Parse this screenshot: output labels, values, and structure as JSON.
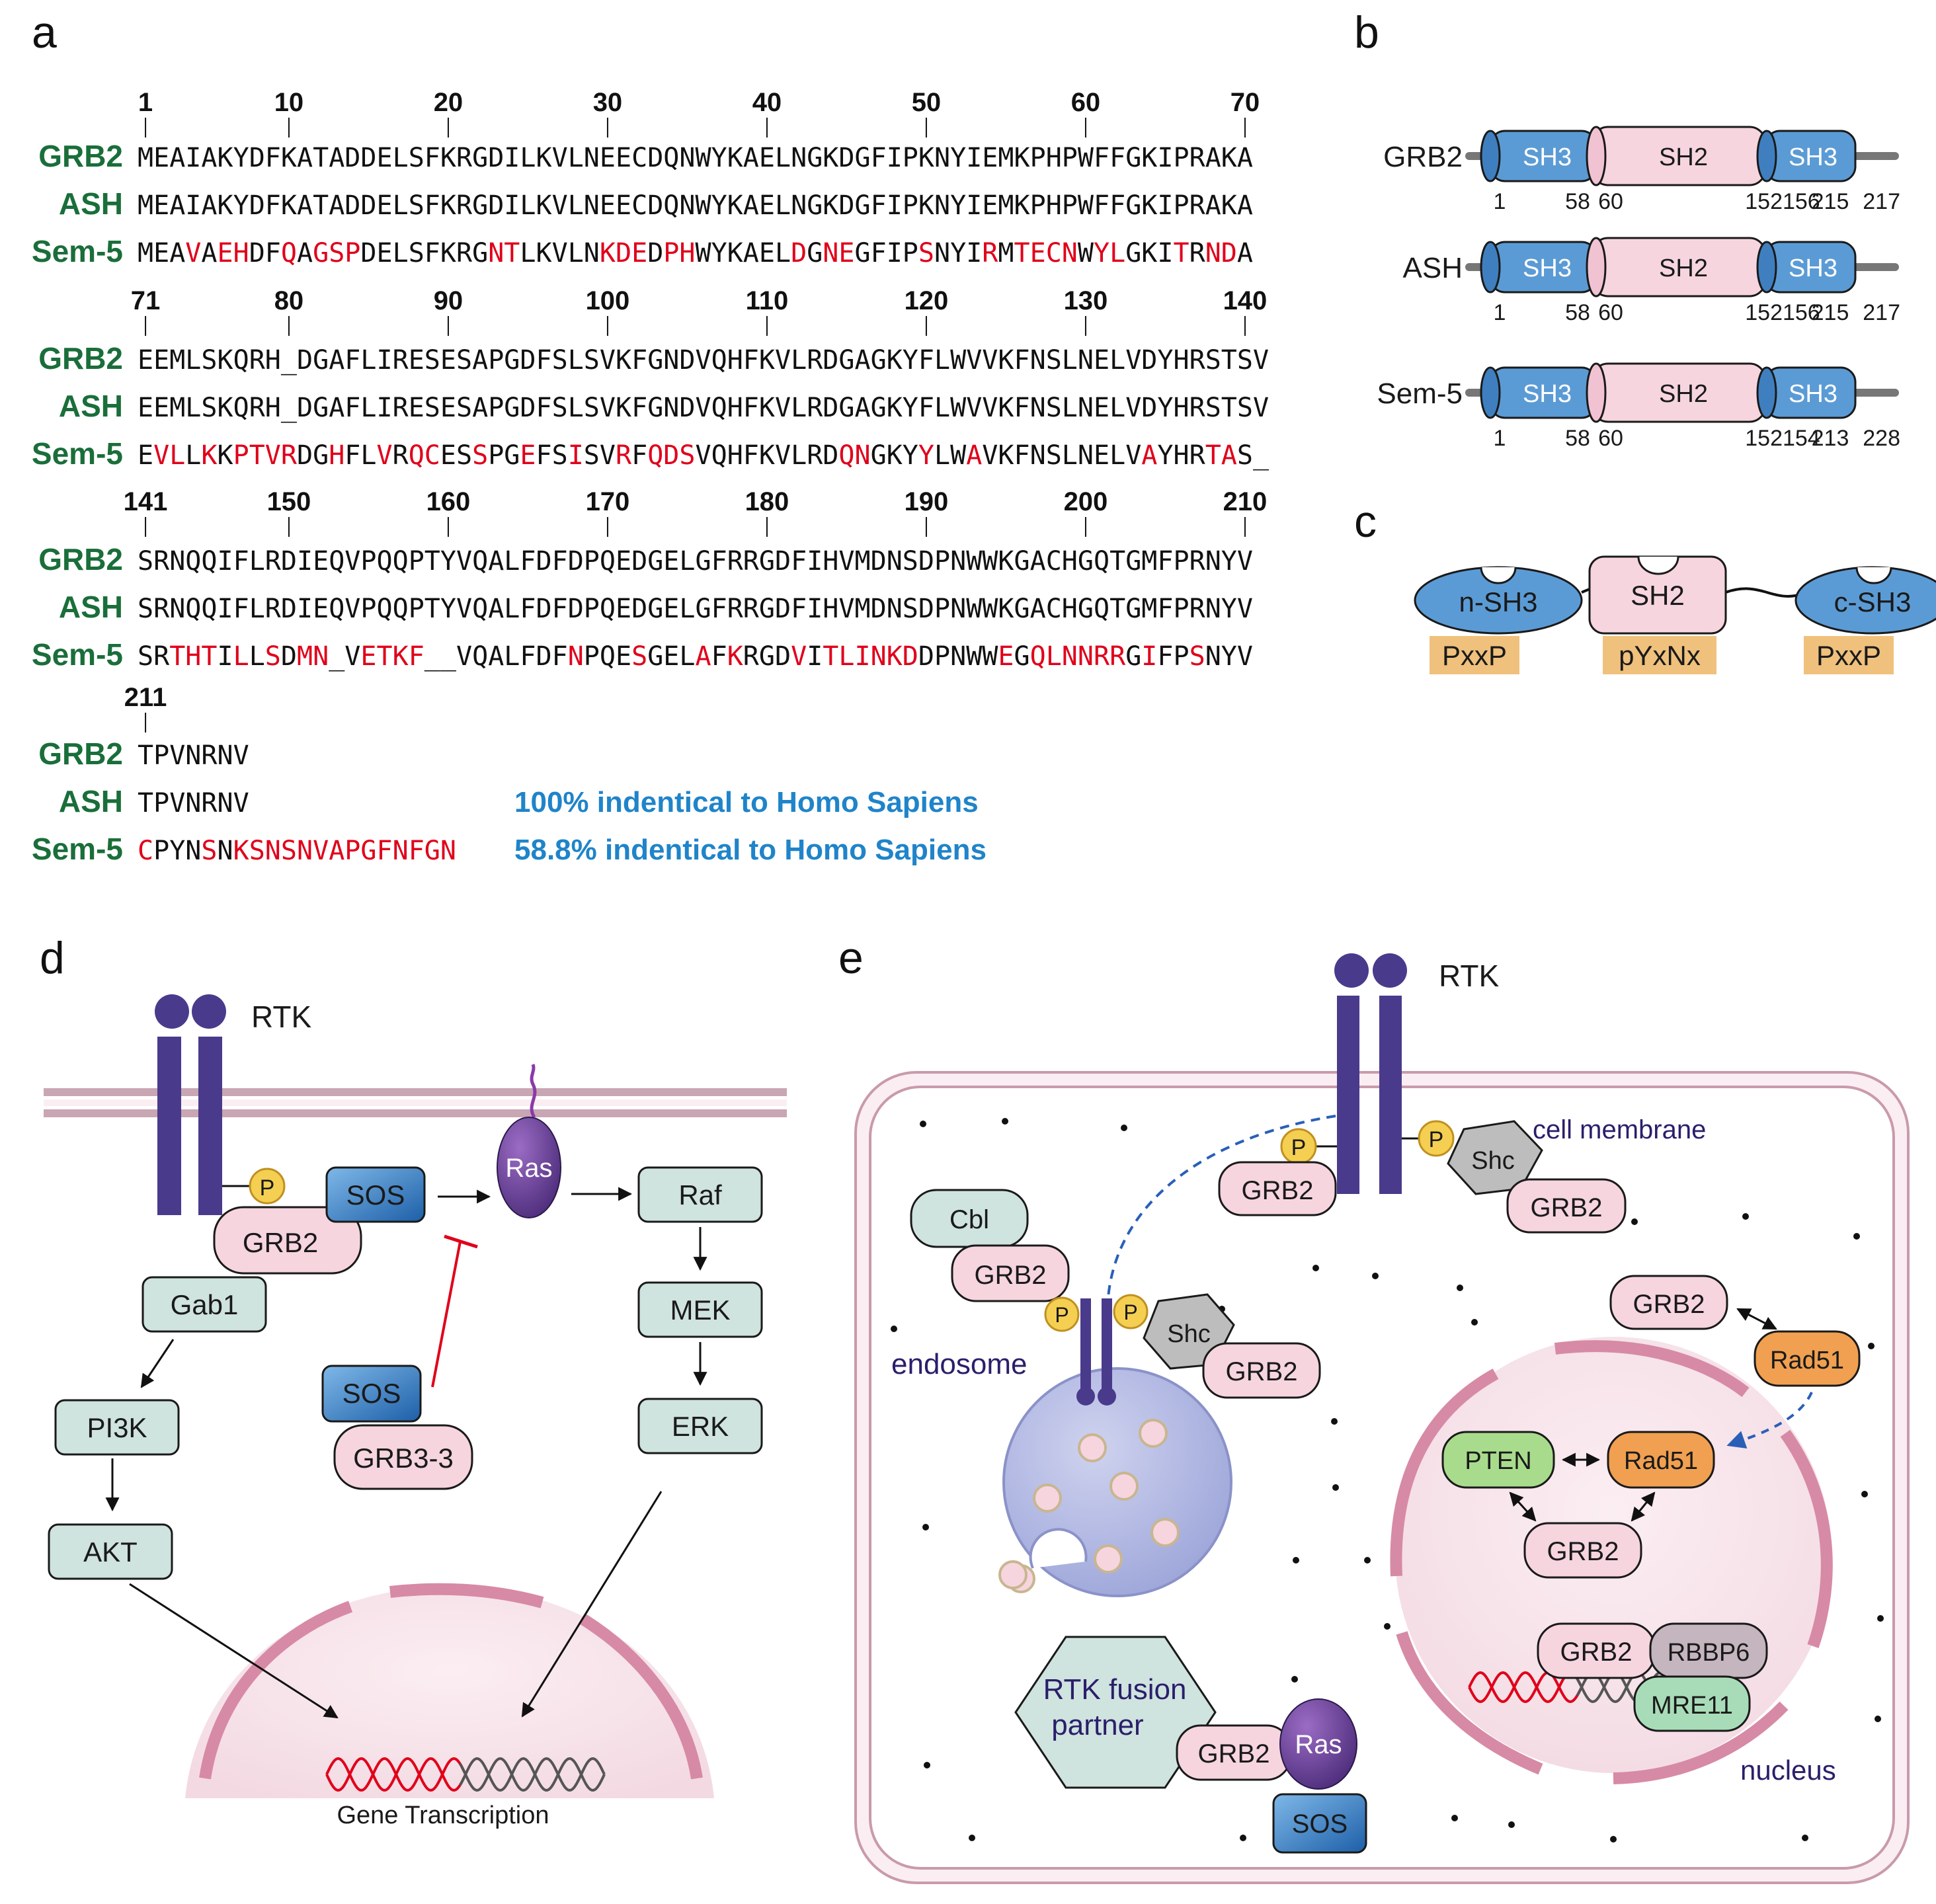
{
  "panels": {
    "a": "a",
    "b": "b",
    "c": "c",
    "d": "d",
    "e": "e"
  },
  "alignment": {
    "blocks": [
      {
        "ticks": [
          "1",
          "10",
          "20",
          "30",
          "40",
          "50",
          "60",
          "70"
        ],
        "rows": [
          {
            "name": "GRB2",
            "seq": "MEAIAKYDFKATADDELSFKRGDILKVLNEECDQNWYKAELNGKDGFIPKNYIEMKPHPWFFGKIPRAKA"
          },
          {
            "name": "ASH",
            "seq": "MEAIAKYDFKATADDELSFKRGDILKVLNEECDQNWYKAELNGKDGFIPKNYIEMKPHPWFFGKIPRAKA"
          },
          {
            "name": "Sem-5",
            "seq": "MEAVAEHDFQAGSPDELSFKRGNTLKVLNKDEDPHWYKAELDGNEGFIPSNYIRMTECNWYLGKITRNDA"
          }
        ]
      },
      {
        "ticks": [
          "71",
          "80",
          "90",
          "100",
          "110",
          "120",
          "130",
          "140"
        ],
        "rows": [
          {
            "name": "GRB2",
            "seq": "EEMLSKQRH_DGAFLIRESESAPGDFSLSVKFGNDVQHFKVLRDGAGKYFLWVVKFNSLNELVDYHRSTSV"
          },
          {
            "name": "ASH",
            "seq": "EEMLSKQRH_DGAFLIRESESAPGDFSLSVKFGNDVQHFKVLRDGAGKYFLWVVKFNSLNELVDYHRSTSV"
          },
          {
            "name": "Sem-5",
            "seq": "EVLLKKPTVRDGHFLVRQCESSPGEFSISVRFQDSVQHFKVLRDQNGKYYLWAVKFNSLNELVAYHRTAS_"
          }
        ]
      },
      {
        "ticks": [
          "141",
          "150",
          "160",
          "170",
          "180",
          "190",
          "200",
          "210"
        ],
        "rows": [
          {
            "name": "GRB2",
            "seq": "SRNQQIFLRDIEQVPQQPTYVQALFDFDPQEDGELGFRRGDFIHVMDNSDPNWWKGACHGQTGMFPRNYV"
          },
          {
            "name": "ASH",
            "seq": "SRNQQIFLRDIEQVPQQPTYVQALFDFDPQEDGELGFRRGDFIHVMDNSDPNWWKGACHGQTGMFPRNYV"
          },
          {
            "name": "Sem-5",
            "seq": "SRTHTILLSDMN_VETKF__VQALFDFNPQESGELAFKRGDVITLINKDDPNWWEGQLNNRRGIFPSNYV"
          }
        ]
      },
      {
        "ticks": [
          "211"
        ],
        "rows": [
          {
            "name": "GRB2",
            "seq": "TPVNRNV"
          },
          {
            "name": "ASH",
            "seq": "TPVNRNV",
            "note": "100% indentical to Homo Sapiens"
          },
          {
            "name": "Sem-5",
            "seq": "CPYNSNKSNSNVAPGFNFGN",
            "note": "58.8% indentical to Homo Sapiens"
          }
        ]
      }
    ]
  },
  "domains": {
    "segments": {
      "sh3": "SH3",
      "sh2": "SH2"
    },
    "proteins": [
      {
        "name": "GRB2",
        "nums": [
          "1",
          "58",
          "60",
          "152156",
          "215",
          "217"
        ]
      },
      {
        "name": "ASH",
        "nums": [
          "1",
          "58",
          "60",
          "152156",
          "215",
          "217"
        ]
      },
      {
        "name": "Sem-5",
        "nums": [
          "1",
          "58",
          "60",
          "152154",
          "213",
          "228"
        ]
      }
    ]
  },
  "motifs": {
    "domains": [
      {
        "label": "n-SH3",
        "motif": "PxxP"
      },
      {
        "label": "SH2",
        "motif": "pYxNx"
      },
      {
        "label": "c-SH3",
        "motif": "PxxP"
      }
    ]
  },
  "pathway_d": {
    "rtk": "RTK",
    "p": "P",
    "grb2": "GRB2",
    "sos": "SOS",
    "ras": "Ras",
    "raf": "Raf",
    "mek": "MEK",
    "erk": "ERK",
    "gab1": "Gab1",
    "pi3k": "PI3K",
    "akt": "AKT",
    "sos2": "SOS",
    "grb33": "GRB3-3",
    "gene": "Gene Transcription"
  },
  "cell_e": {
    "rtk": "RTK",
    "p": "P",
    "cell_membrane": "cell membrane",
    "shc": "Shc",
    "grb2": "GRB2",
    "cbl": "Cbl",
    "endosome": "endosome",
    "rad51": "Rad51",
    "pten": "PTEN",
    "rbbp6": "RBBP6",
    "mre11": "MRE11",
    "nucleus": "nucleus",
    "fusion1": "RTK fusion",
    "fusion2": "partner",
    "ras": "Ras",
    "sos": "SOS"
  },
  "colors": {
    "red": "#e0001a",
    "green_label": "#1a6e3a",
    "blue_note": "#1f84c9",
    "pink": "#f6d5df",
    "pink_stroke": "#d78aa5",
    "sh3": "#5b9bd5",
    "teal": "#cfe3df",
    "purple": "#5b3a8c",
    "orange": "#f0a050",
    "pgreen": "#a8dc8c",
    "gray": "#bdbdbd",
    "dark_blue": "#2a1f6a"
  }
}
